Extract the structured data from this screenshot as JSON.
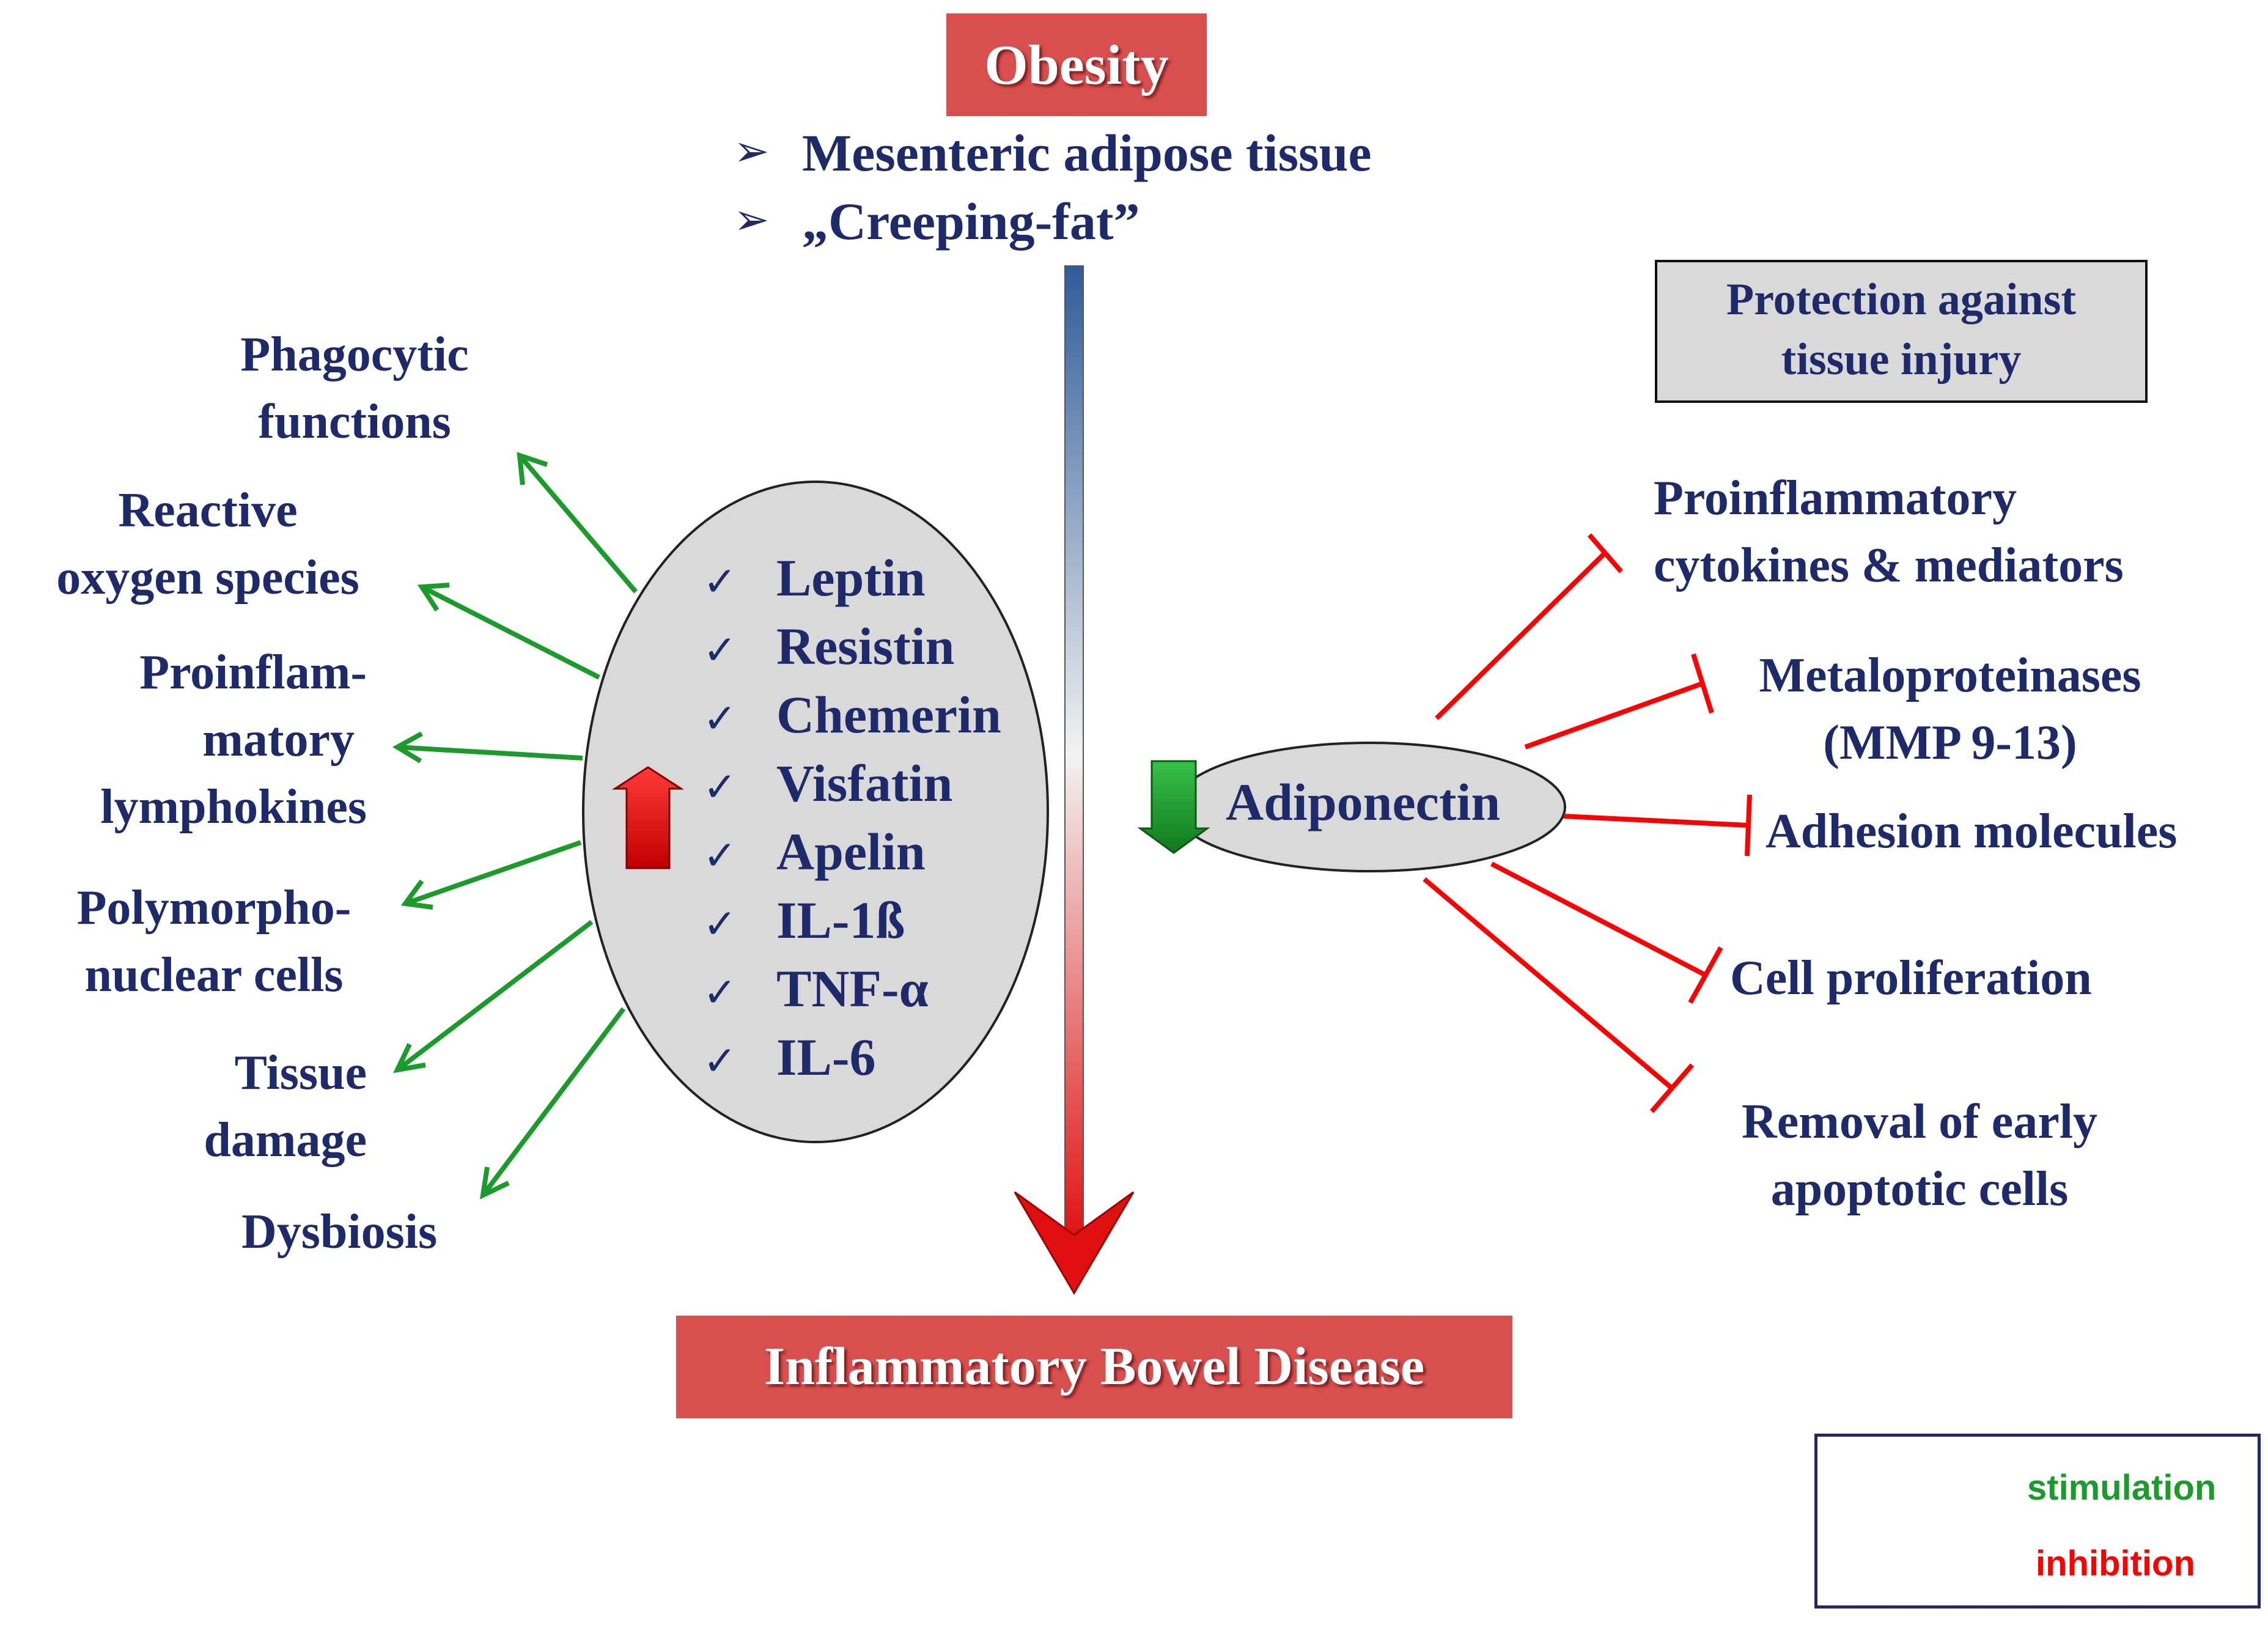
{
  "top_box": {
    "title": "Obesity"
  },
  "obesity_bullets": [
    "Mesenteric adipose tissue",
    "„Creeping-fat”"
  ],
  "bottom_box": {
    "title": "Inflammatory Bowel Disease"
  },
  "left_ellipse": {
    "items": [
      "Leptin",
      "Resistin",
      "Chemerin",
      "Visfatin",
      "Apelin",
      "IL-1ß",
      "TNF-α",
      "IL-6"
    ],
    "check_glyph": "✓",
    "indicator": "up-arrow-icon",
    "indicator_color": "#ff0000"
  },
  "left_effects": [
    {
      "lines": [
        "Phagocytic",
        "functions"
      ]
    },
    {
      "lines": [
        "Reactive",
        "oxygen species"
      ]
    },
    {
      "lines": [
        "Proinflam-",
        "matory",
        "lymphokines"
      ]
    },
    {
      "lines": [
        "Polymorpho-",
        "nuclear cells"
      ]
    },
    {
      "lines": [
        "Tissue",
        "damage"
      ]
    },
    {
      "lines": [
        "Dysbiosis"
      ]
    }
  ],
  "right_ellipse": {
    "label": "Adiponectin",
    "indicator": "down-arrow-icon",
    "indicator_color": "#1a9b2a"
  },
  "protection_box": {
    "lines": [
      "Protection against",
      "tissue injury"
    ]
  },
  "right_effects": [
    {
      "lines": [
        "Proinflammatory",
        "cytokines & mediators"
      ]
    },
    {
      "lines": [
        "Metaloproteinases",
        "(MMP 9-13)"
      ]
    },
    {
      "lines": [
        "Adhesion molecules"
      ]
    },
    {
      "lines": [
        "Cell proliferation"
      ]
    },
    {
      "lines": [
        "Removal of early",
        "apoptotic cells"
      ]
    }
  ],
  "legend": {
    "stimulation": "stimulation",
    "inhibition": "inhibition"
  },
  "colors": {
    "text_navy": "#1f2a6b",
    "stimulation_green": "#1a9b2a",
    "inhibition_red": "#ff0000",
    "box_red": "#d94f4f",
    "ellipse_gray": "#d9d9d9"
  }
}
